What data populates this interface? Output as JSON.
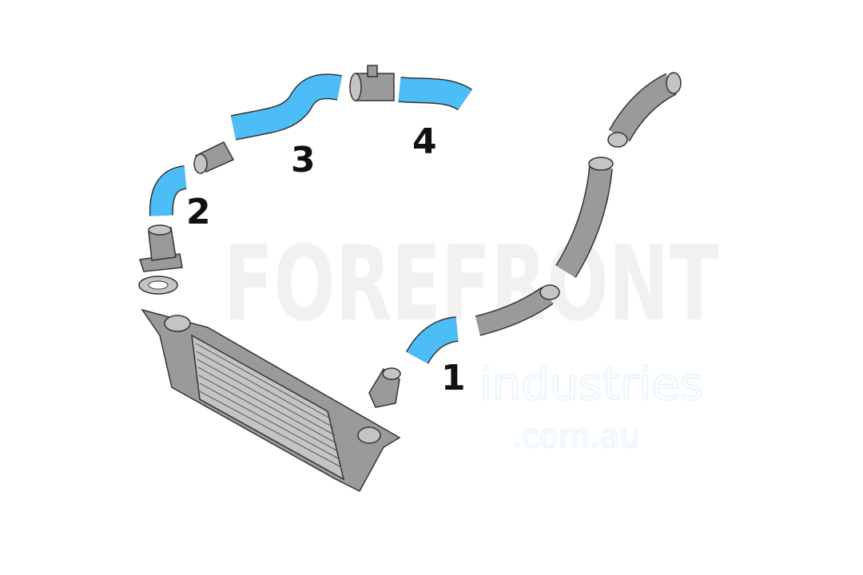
{
  "watermark": {
    "brand": "FOREFRONT",
    "line2": "industries",
    "line3": ".com.au"
  },
  "labels": {
    "hose1": "1",
    "hose2": "2",
    "hose3": "3",
    "hose4": "4"
  },
  "colors": {
    "hose": "#4dbdf7",
    "part": "#9a9a9a",
    "outline": "#333333"
  }
}
